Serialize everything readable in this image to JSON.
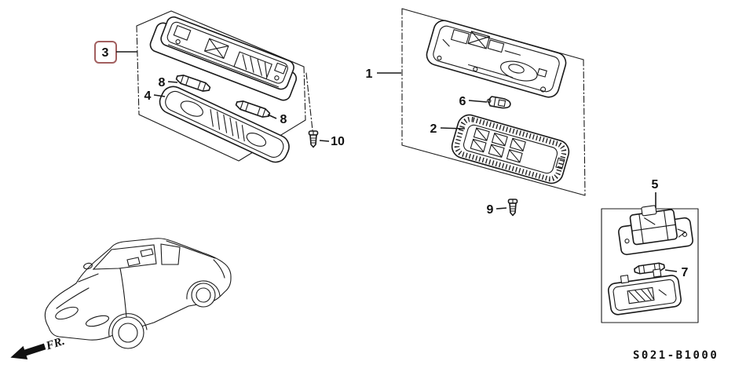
{
  "diagram_code": "S021-B1000",
  "fr_label": "FR.",
  "colors": {
    "line": "#1a1a1a",
    "highlight_box": "#a25f5f",
    "background": "#ffffff"
  },
  "callouts": [
    {
      "label": "1",
      "highlighted": false
    },
    {
      "label": "2",
      "highlighted": false
    },
    {
      "label": "3",
      "highlighted": true
    },
    {
      "label": "4",
      "highlighted": false
    },
    {
      "label": "5",
      "highlighted": false
    },
    {
      "label": "6",
      "highlighted": false
    },
    {
      "label": "7",
      "highlighted": false
    },
    {
      "label": "8",
      "highlighted": false
    },
    {
      "label": "8",
      "highlighted": false
    },
    {
      "label": "9",
      "highlighted": false
    },
    {
      "label": "10",
      "highlighted": false
    }
  ]
}
